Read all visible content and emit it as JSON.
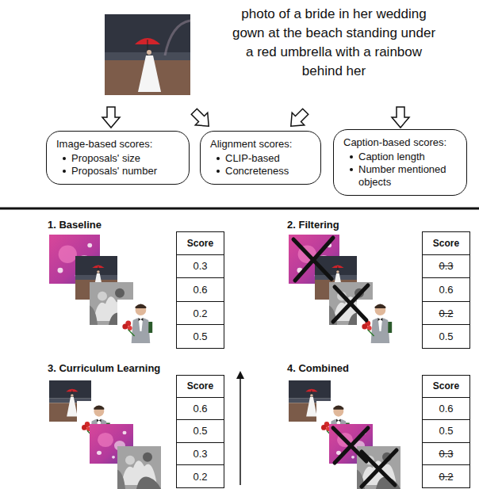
{
  "diagram": {
    "nodes": [
      {
        "text": [
          "Image-based scores:",
          "Proposals' size",
          "Proposals' number"
        ]
      },
      {
        "text": [
          "Alignment scores:",
          "CLIP-based",
          "Concreteness"
        ]
      },
      {
        "text": [
          "Caption-based scores:",
          "Caption length",
          "Number mentioned objects"
        ]
      }
    ],
    "labels": [
      "photo of a bride in her wedding gown at the beach standing under a red umbrella with a rainbow behind her",
      "1. Baseline",
      "Score",
      "0.3",
      "0.6",
      "0.2",
      "0.5",
      "2. Filtering",
      "Score",
      "0.3",
      "0.6",
      "0.2",
      "0.5",
      "3. Curriculum Learning",
      "Score",
      "0.6",
      "0.5",
      "0.3",
      "0.2",
      "4. Combined",
      "Score",
      "0.6",
      "0.5",
      "0.3",
      "0.2"
    ]
  }
}
